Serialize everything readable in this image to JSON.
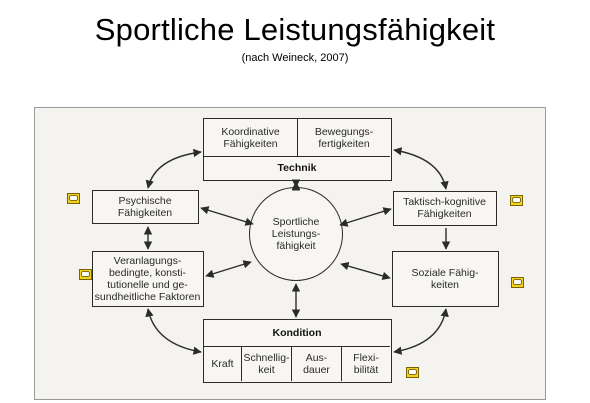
{
  "header": {
    "title": "Sportliche Leistungsfähigkeit",
    "subtitle": "(nach Weineck, 2007)"
  },
  "diagram": {
    "technik": {
      "left_cell": "Koordinative\nFähigkeiten",
      "right_cell": "Bewegungs-\nfertigkeiten",
      "label": "Technik"
    },
    "kondition": {
      "label": "Kondition",
      "cells": [
        "Kraft",
        "Schnellig-\nkeit",
        "Aus-\ndauer",
        "Flexi-\nbilität"
      ]
    },
    "center": "Sportliche\nLeistungs-\nfähigkeit",
    "psychische": "Psychische Fähigkeiten",
    "veranlagung": "Veranlagungs-\nbedingte, konsti-\ntutionelle und ge-\nsundheitliche Faktoren",
    "taktisch": "Taktisch-kognitive\nFähigkeiten",
    "soziale": "Soziale Fähig-\nkeiten"
  },
  "colors": {
    "note_icon": "#f2d21f",
    "line": "#2b2b2b",
    "panel": "#f4f3f0"
  },
  "icons": [
    "comment-note-icon"
  ]
}
